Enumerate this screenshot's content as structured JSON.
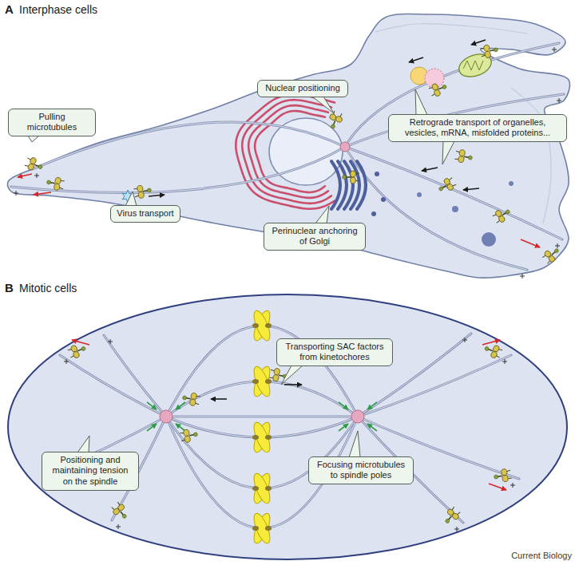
{
  "diagram": {
    "nodes": [
      {
        "text": [
          "Nuclear positioning"
        ]
      },
      {
        "text": [
          "Pulling microtubules"
        ]
      },
      {
        "text": [
          "Retrograde transport of organelles, vesicles, mRNA, misfolded proteins..."
        ]
      },
      {
        "text": [
          "Virus transport"
        ]
      },
      {
        "text": [
          "Perinuclear anchoring of Golgi"
        ]
      },
      {
        "text": [
          "Transporting SAC factors from kinetochores"
        ]
      },
      {
        "text": [
          "Positioning and maintaining tension on the spindle"
        ]
      },
      {
        "text": [
          "Focusing microtubules to spindle poles"
        ]
      }
    ],
    "labels": [
      "A",
      "Interphase cells",
      "B",
      "Mitotic cells",
      "Current Biology"
    ]
  }
}
